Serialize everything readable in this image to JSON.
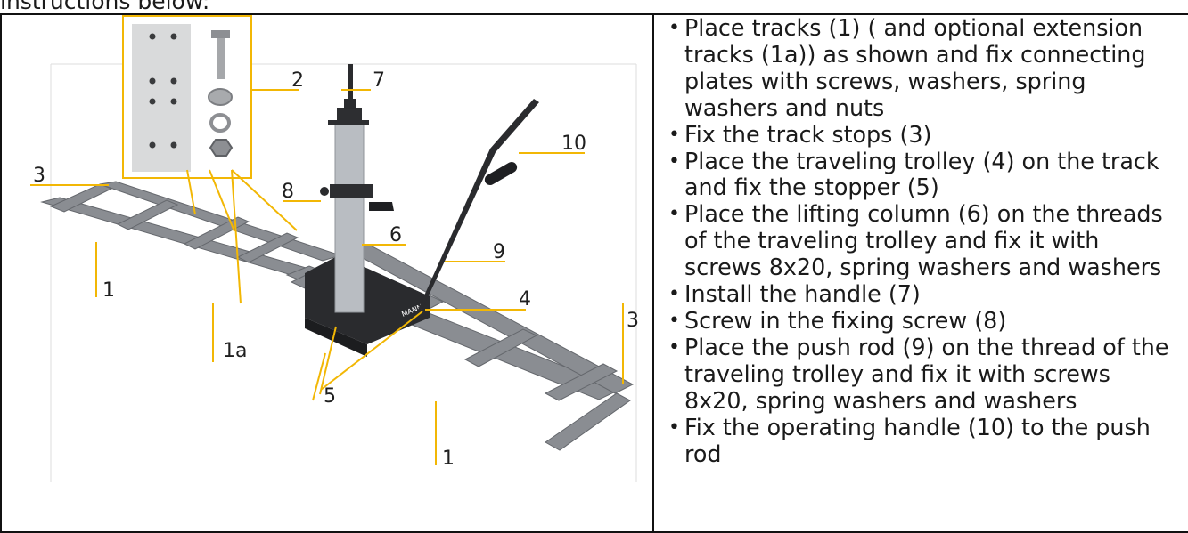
{
  "header": {
    "title": "instructions below:"
  },
  "figure": {
    "callouts": [
      "2",
      "7",
      "10",
      "3",
      "8",
      "6",
      "9",
      "1",
      "4",
      "1a",
      "5",
      "3",
      "1"
    ],
    "brand": "MANN"
  },
  "steps": [
    {
      "text": "Place tracks (1) ( and optional extension tracks (1a)) as shown and fix connecting plates with screws, washers, spring washers and nuts"
    },
    {
      "text": "Fix the track stops (3)"
    },
    {
      "text": "Place the traveling trolley (4) on the track and fix the stopper (5)"
    },
    {
      "text": "Place the lifting column (6) on the threads of the traveling trolley and fix it with screws 8x20, spring washers and washers"
    },
    {
      "text": "Install the handle (7)"
    },
    {
      "text": "Screw in the fixing screw (8)"
    },
    {
      "text": "Place the push rod (9) on the thread of the traveling trolley and fix it with screws 8x20, spring washers and washers"
    },
    {
      "text": "Fix the operating handle (10) to the push rod"
    }
  ],
  "colors": {
    "callout_line": "#f2b705",
    "border": "#111111",
    "rail": "#8a8d92",
    "column": "#b9bdc2",
    "dark_part": "#222326"
  }
}
